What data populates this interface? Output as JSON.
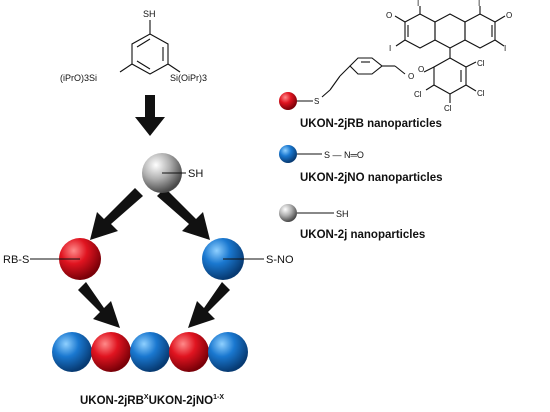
{
  "precursor": {
    "thiol": "SH",
    "left_group": "(iPrO)3Si",
    "right_group": "Si(OiPr)3"
  },
  "center_sphere": {
    "label": "SH",
    "color": "#9a9a9a"
  },
  "left_sphere": {
    "label": "RB-S",
    "color": "#d0101a"
  },
  "right_sphere": {
    "label": "S-NO",
    "color": "#1a6fc0"
  },
  "mixed_row": {
    "spheres": [
      "blue",
      "red",
      "blue",
      "red",
      "blue"
    ],
    "caption": "UKON-2jRB",
    "caption_sup1": "X",
    "caption_mid": "UKON-2jNO",
    "caption_sup2": "1-X"
  },
  "legend": {
    "rb_dye_atoms": [
      "O",
      "O",
      "I",
      "I",
      "I",
      "I",
      "O",
      "O",
      "Cl",
      "Cl",
      "Cl",
      "Cl"
    ],
    "rb_linker_s": "S",
    "rb_caption": "UKON-2jRB nanoparticles",
    "no_linker": "S — N═O",
    "no_caption": "UKON-2jNO nanoparticles",
    "sh_linker": "SH",
    "sh_caption": "UKON-2j nanoparticles"
  },
  "colors": {
    "red": "#d0101a",
    "blue": "#1a6fc0",
    "grey": "#9a9a9a",
    "arrow": "#111111"
  }
}
